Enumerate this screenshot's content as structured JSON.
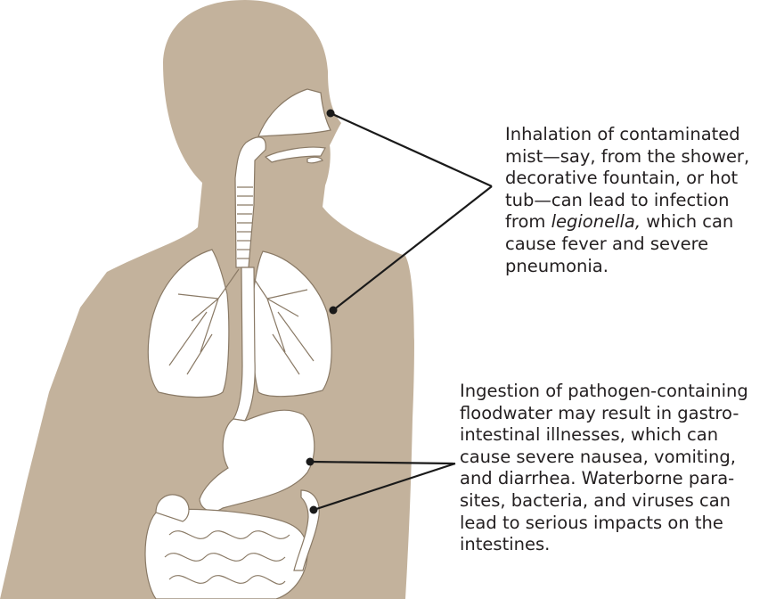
{
  "colors": {
    "body": "#c3b29c",
    "organ_fill": "#ffffff",
    "organ_stroke": "#8a7a66",
    "leader_line": "#1a1a1a",
    "text": "#231f20"
  },
  "callouts": {
    "inhalation": {
      "lines": [
        "Inhalation of contaminated",
        "mist—say, from the shower,",
        "decorative fountain, or hot",
        "tub—can lead to infection",
        "from ",
        "cause fever and severe",
        "pneumonia."
      ],
      "italic_term": "legionella,",
      "after_italic": " which can"
    },
    "ingestion": {
      "lines": [
        "Ingestion of pathogen-containing",
        "floodwater may result in gastro-",
        "intestinal illnesses, which can",
        "cause severe nausea, vomiting,",
        "and diarrhea.  Waterborne para-",
        "sites, bacteria, and viruses can",
        "lead to serious impacts on the",
        "intestines."
      ]
    }
  }
}
